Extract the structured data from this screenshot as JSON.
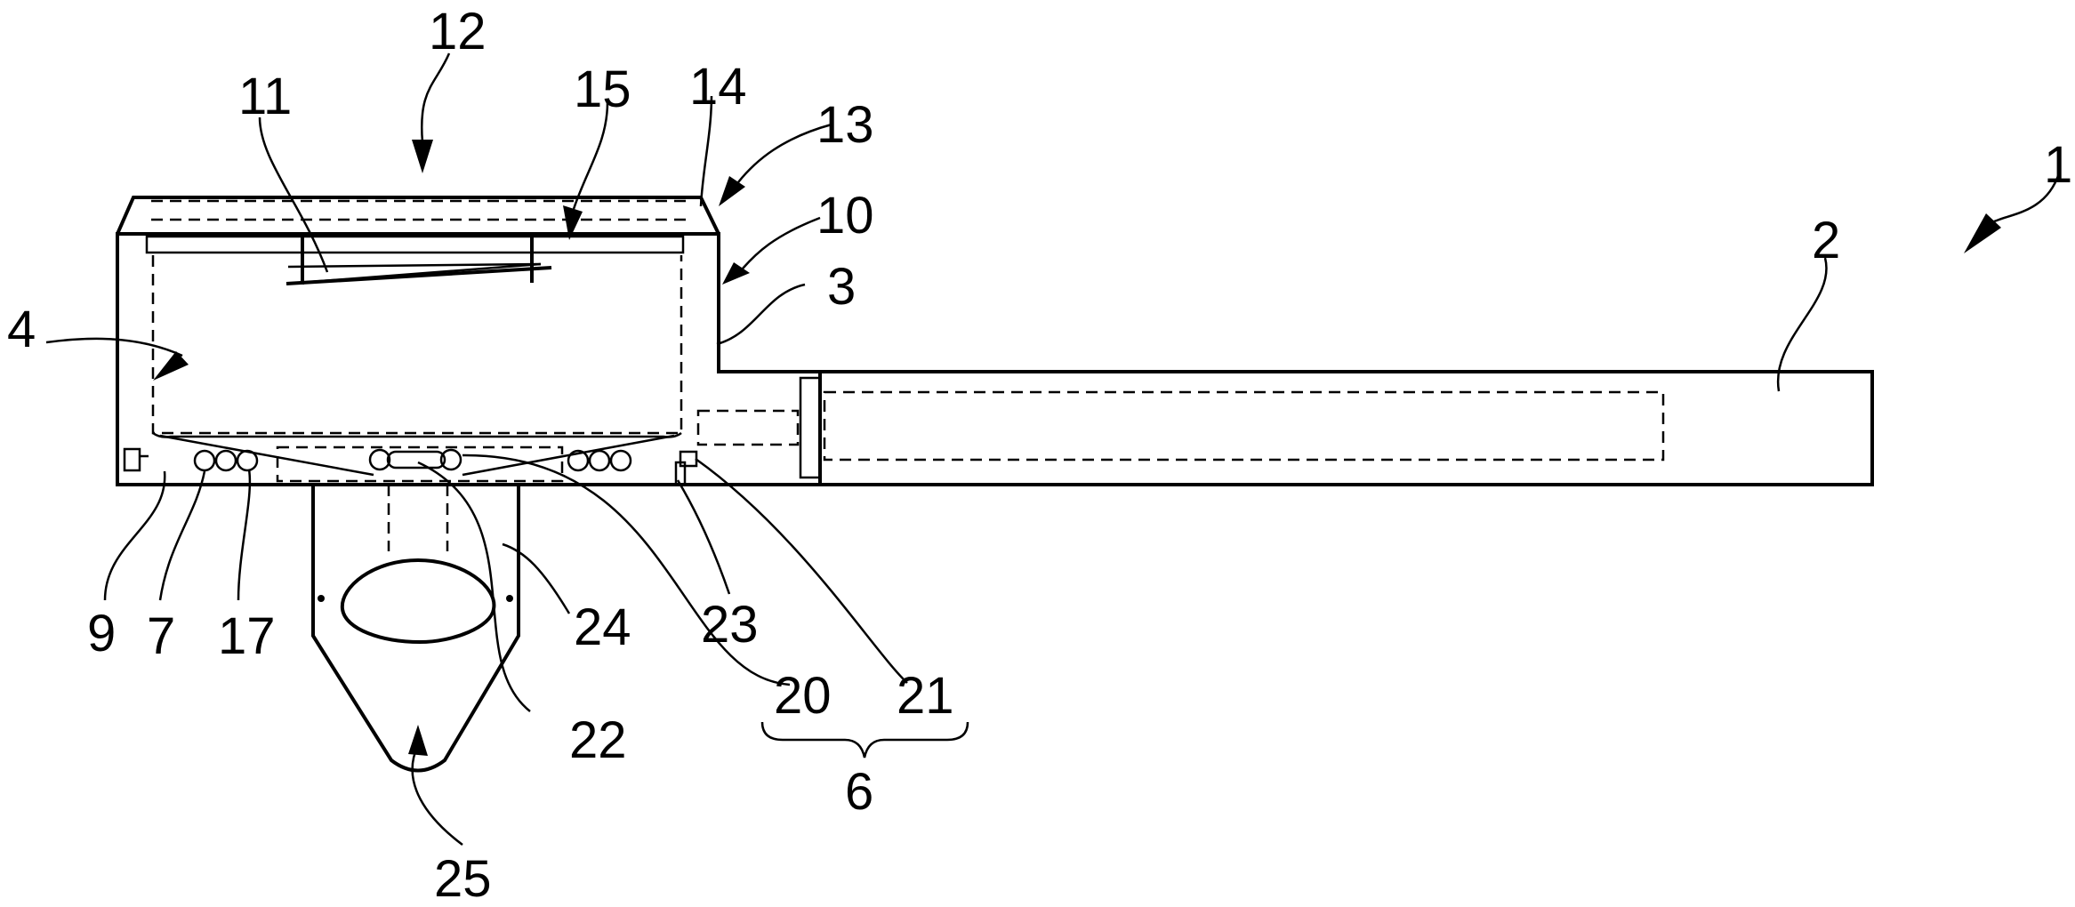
{
  "figure": {
    "labels": {
      "l1": "1",
      "l2": "2",
      "l3": "3",
      "l4": "4",
      "l6": "6",
      "l7": "7",
      "l9": "9",
      "l10": "10",
      "l11": "11",
      "l12": "12",
      "l13": "13",
      "l14": "14",
      "l15": "15",
      "l17": "17",
      "l20": "20",
      "l21": "21",
      "l22": "22",
      "l23": "23",
      "l24": "24",
      "l25": "25"
    }
  }
}
